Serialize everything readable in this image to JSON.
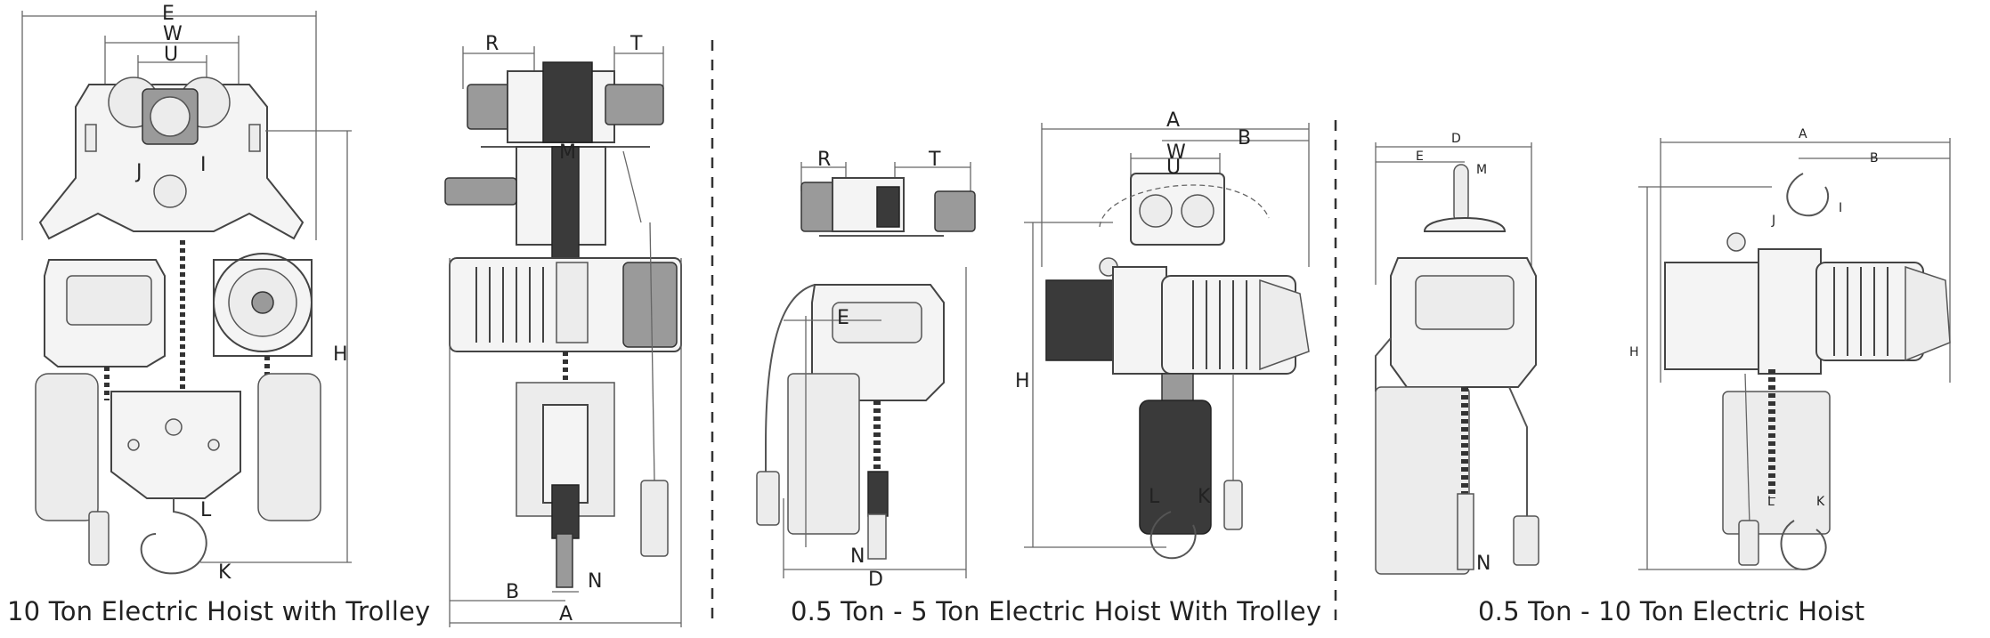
{
  "captions": {
    "hoist_10t_trolley": "10 Ton Electric Hoist with Trolley",
    "hoist_05_5t_trolley": "0.5 Ton - 5 Ton Electric Hoist With Trolley",
    "hoist_05_10t": "0.5 Ton - 10 Ton Electric Hoist"
  },
  "dimension_labels": {
    "front_10t": [
      "E",
      "W",
      "U",
      "J",
      "I",
      "H",
      "L",
      "K"
    ],
    "side_10t": [
      "R",
      "T",
      "M",
      "B",
      "N",
      "A"
    ],
    "front_5t": [
      "R",
      "T",
      "E",
      "N",
      "D"
    ],
    "side_5t": [
      "A",
      "B",
      "W",
      "U",
      "H",
      "L",
      "K"
    ],
    "front_10t_hoist": [
      "D",
      "E",
      "M",
      "N"
    ],
    "side_10t_hoist": [
      "A",
      "B",
      "J",
      "I",
      "H",
      "L",
      "K"
    ]
  },
  "colors": {
    "line": "#555555",
    "divider": "#333333",
    "text": "#222222"
  }
}
